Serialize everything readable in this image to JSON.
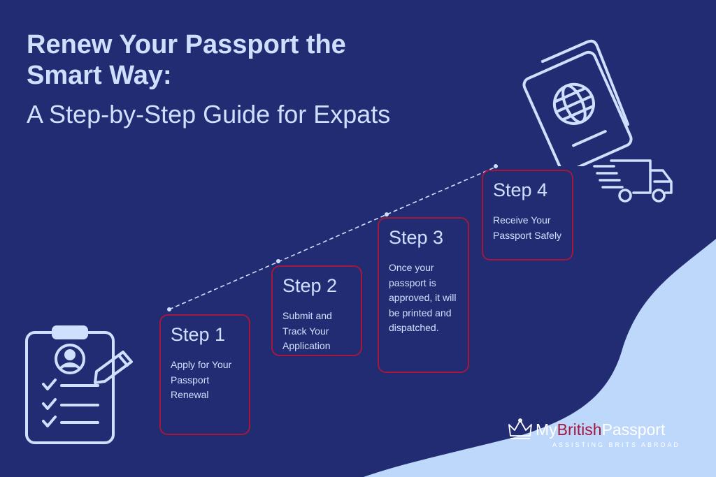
{
  "title": {
    "line_bold": "Renew Your Passport the Smart Way:",
    "line_light": "A Step-by-Step Guide for Expats"
  },
  "steps": [
    {
      "title": "Step 1",
      "desc": "Apply for Your Passport Renewal"
    },
    {
      "title": "Step 2",
      "desc": "Submit and Track Your Application"
    },
    {
      "title": "Step 3",
      "desc": "Once your passport is approved, it will be printed and dispatched."
    },
    {
      "title": "Step 4",
      "desc": "Receive Your Passport Safely"
    }
  ],
  "brand": {
    "part1": "My",
    "part2": "British",
    "part3": "Passport",
    "tagline": "ASSISTING BRITS ABROAD"
  },
  "icons": [
    "clipboard-checklist-icon",
    "passport-icon",
    "delivery-truck-icon",
    "crown-icon"
  ],
  "colors": {
    "background": "#222c73",
    "text": "#cfe0ff",
    "accent_border": "#a3183c",
    "wave": "#bdd8fb"
  }
}
